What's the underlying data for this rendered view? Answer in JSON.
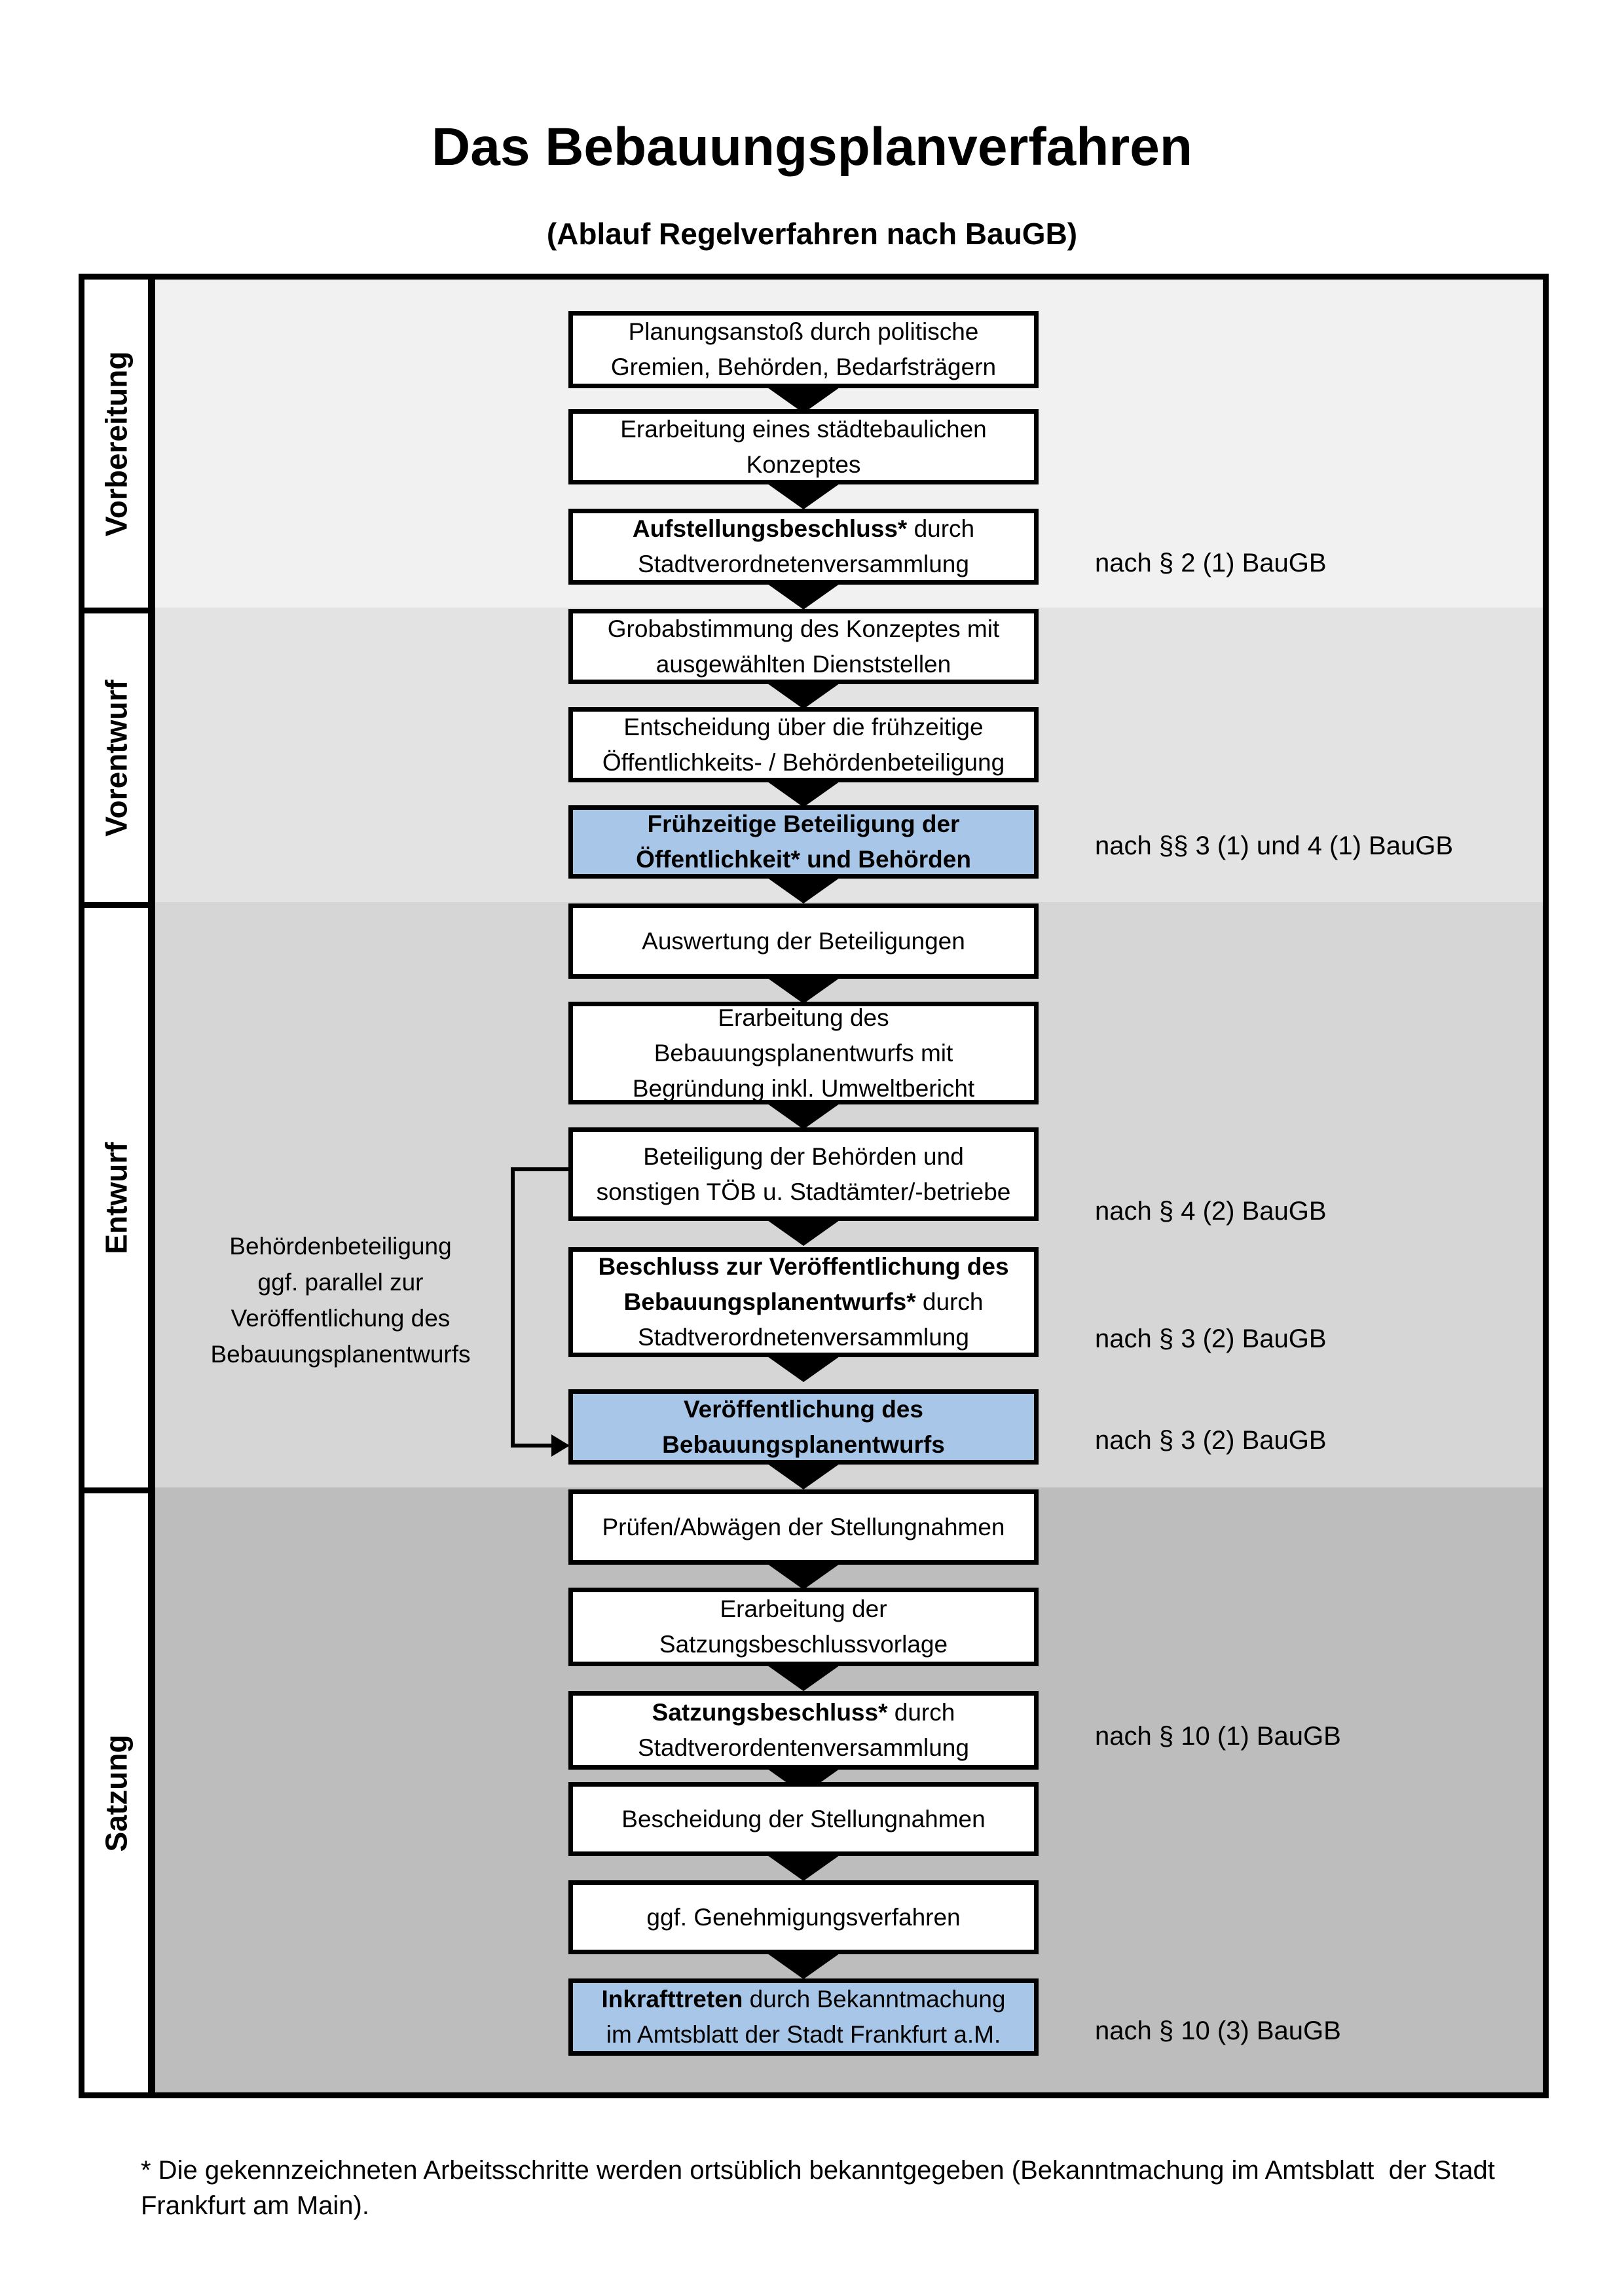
{
  "header": {
    "title": "Das Bebauungsplanverfahren",
    "subtitle": "(Ablauf Regelverfahren nach BauGB)"
  },
  "phases": {
    "vorbereitung": "Vorbereitung",
    "vorentwurf": "Vorentwurf",
    "entwurf": "Entwurf",
    "satzung": "Satzung"
  },
  "boxes": {
    "b1": {
      "line1": "Planungsanstoß durch politische",
      "line2": "Gremien, Behörden, Bedarfsträgern"
    },
    "b2": {
      "line1": "Erarbeitung eines städtebaulichen",
      "line2": "Konzeptes"
    },
    "b3": {
      "bold": "Aufstellungsbeschluss*",
      "rest": " durch",
      "line2": "Stadtverordnetenversammlung"
    },
    "b4": {
      "line1": "Grobabstimmung des Konzeptes mit",
      "line2": "ausgewählten Dienststellen"
    },
    "b5": {
      "line1": "Entscheidung über die frühzeitige",
      "line2": "Öffentlichkeits- / Behördenbeteiligung"
    },
    "b6": {
      "line1": "Frühzeitige Beteiligung der",
      "line2": "Öffentlichkeit* und Behörden"
    },
    "b7": {
      "line1": "Auswertung der Beteiligungen"
    },
    "b8": {
      "line1": "Erarbeitung des",
      "line2": "Bebauungsplanentwurfs mit",
      "line3": "Begründung inkl. Umweltbericht"
    },
    "b9": {
      "line1": "Beteiligung der Behörden und",
      "line2": "sonstigen TÖB u. Stadtämter/-betriebe"
    },
    "b10": {
      "bold1": "Beschluss zur Veröffentlichung des",
      "bold2": "Bebauungsplanentwurfs*",
      "rest2": " durch",
      "line3": "Stadtverordnetenversammlung"
    },
    "b11": {
      "line1": "Veröffentlichung des",
      "line2": "Bebauungsplanentwurfs"
    },
    "b12": {
      "line1": "Prüfen/Abwägen der Stellungnahmen"
    },
    "b13": {
      "line1": "Erarbeitung der",
      "line2": "Satzungsbeschlussvorlage"
    },
    "b14": {
      "bold": "Satzungsbeschluss*",
      "rest": " durch",
      "line2": "Stadtverordentenversammlung"
    },
    "b15": {
      "line1": "Bescheidung der Stellungnahmen"
    },
    "b16": {
      "line1": "ggf. Genehmigungsverfahren"
    },
    "b17": {
      "bold": "Inkrafttreten",
      "rest": " durch Bekanntmachung",
      "line2": "im Amtsblatt der Stadt Frankfurt a.M."
    }
  },
  "refs": {
    "r1": "nach § 2 (1) BauGB",
    "r2": "nach §§ 3 (1) und 4 (1) BauGB",
    "r3": "nach § 4 (2) BauGB",
    "r4": "nach § 3 (2) BauGB",
    "r5": "nach § 3 (2) BauGB",
    "r6": "nach § 10 (1) BauGB",
    "r7": "nach § 10 (3) BauGB"
  },
  "annotation": {
    "line1": "Behördenbeteiligung",
    "line2": "ggf. parallel zur",
    "line3": "Veröffentlichung des",
    "line4": "Bebauungsplanentwurfs"
  },
  "footnote": {
    "line1": "* Die gekennzeichneten Arbeitsschritte werden ortsüblich bekanntgegeben (Bekanntmachung im Amtsblatt  der Stadt",
    "line2": "Frankfurt am Main)."
  },
  "colors": {
    "highlight_box": "#a8c6e8",
    "phase1_bg": "#f1f1f1",
    "phase2_bg": "#e3e3e3",
    "phase3_bg": "#d6d6d6",
    "phase4_bg": "#bdbdbd"
  }
}
